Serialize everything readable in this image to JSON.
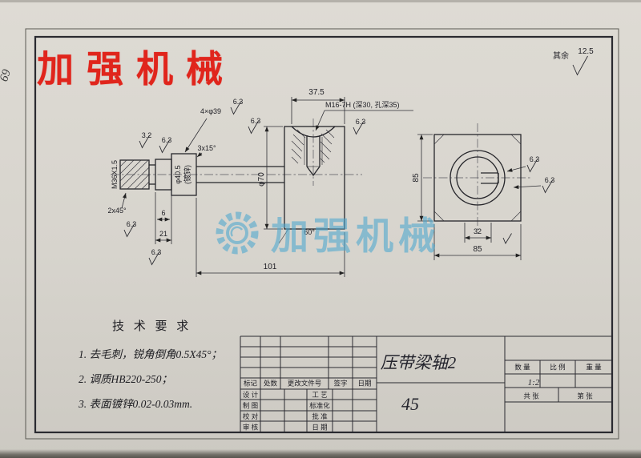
{
  "page": {
    "scan_number": "69",
    "brand_stamp": "加强机械",
    "watermark": "加强机械",
    "colors": {
      "brand_red": "#e0251c",
      "watermark_blue": "#4da8cf",
      "paper": "#d7d4ce"
    }
  },
  "surface_note": {
    "prefix": "其余",
    "value": "12.5"
  },
  "dims": {
    "len_37_5": "37.5",
    "thread_hole": "M16-7H (深30, 孔深35)",
    "rough_63": "6.3",
    "rough_32": "3.2",
    "holes_4x39": "4×φ39",
    "chamfer_3x15": "3x15°",
    "thread_m36": "M36X1.5",
    "dia_40_5": "φ40.5",
    "plating_note": "(镀锌)",
    "dia_70": "φ70",
    "chamfer_2x45": "2x45°",
    "len_21": "21",
    "len_6": "6",
    "len_101": "101",
    "angle_60": "60°",
    "side_85": "85",
    "len_32": "32"
  },
  "tech_req": {
    "title": "技 术 要 求",
    "items": [
      "1. 去毛刺，锐角倒角0.5X45°；",
      "2. 调质HB220-250；",
      "3. 表面镀锌0.02-0.03mm."
    ]
  },
  "title_block": {
    "part_name": "压带梁轴2",
    "material": "45",
    "rev": {
      "mark": "标记",
      "count": "处数",
      "doc": "更改文件号",
      "sign": "签字",
      "date": "日期"
    },
    "rows": [
      {
        "l": "设 计",
        "m": "工 艺"
      },
      {
        "l": "制 图",
        "m": "标准化"
      },
      {
        "l": "校 对",
        "m": "批 准"
      },
      {
        "l": "审 核",
        "m": "日 期"
      }
    ],
    "qty": "数 量",
    "scale": "比 例",
    "weight": "重 量",
    "scale_value": "1:2",
    "sheet_total": "共  张",
    "sheet_no": "第  张"
  }
}
